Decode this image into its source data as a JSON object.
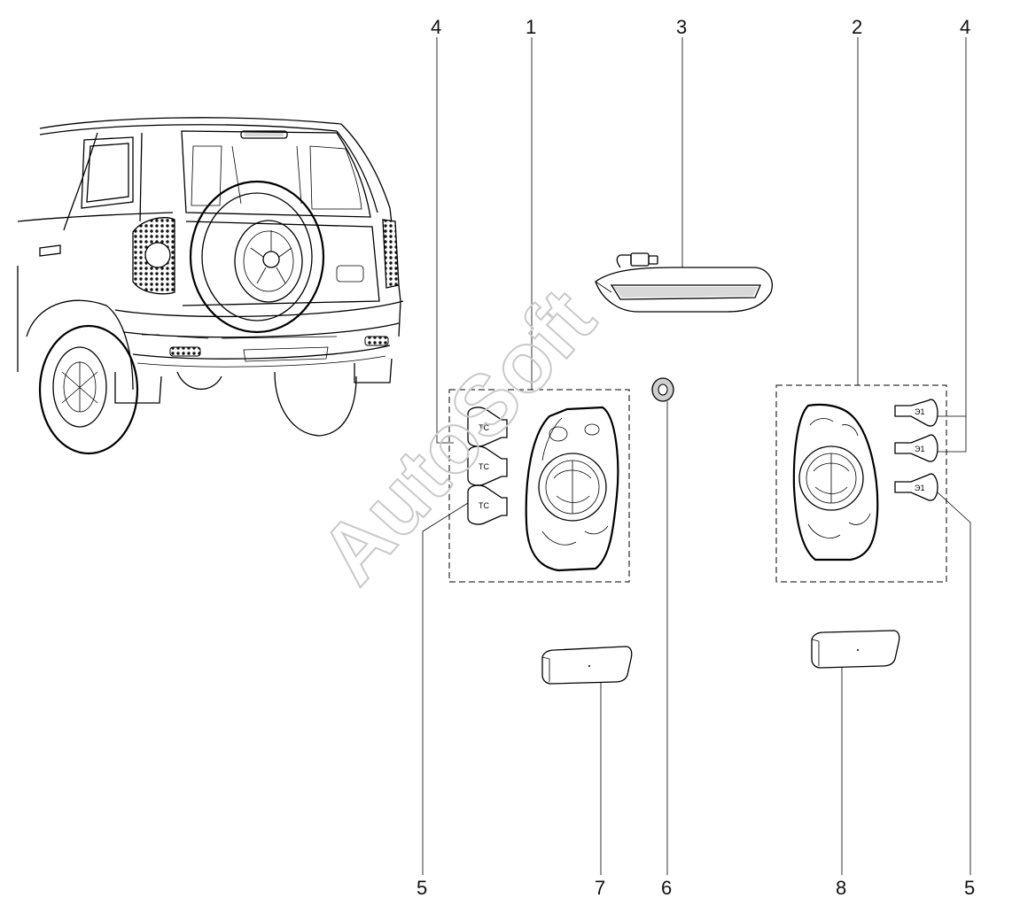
{
  "diagram": {
    "callouts": {
      "part1": "1",
      "part2": "2",
      "part3": "3",
      "part4_left": "4",
      "part4_right": "4",
      "part5_left": "5",
      "part5_right": "5",
      "part6": "6",
      "part7": "7",
      "part8": "8"
    },
    "watermark": "AutoSoft"
  }
}
